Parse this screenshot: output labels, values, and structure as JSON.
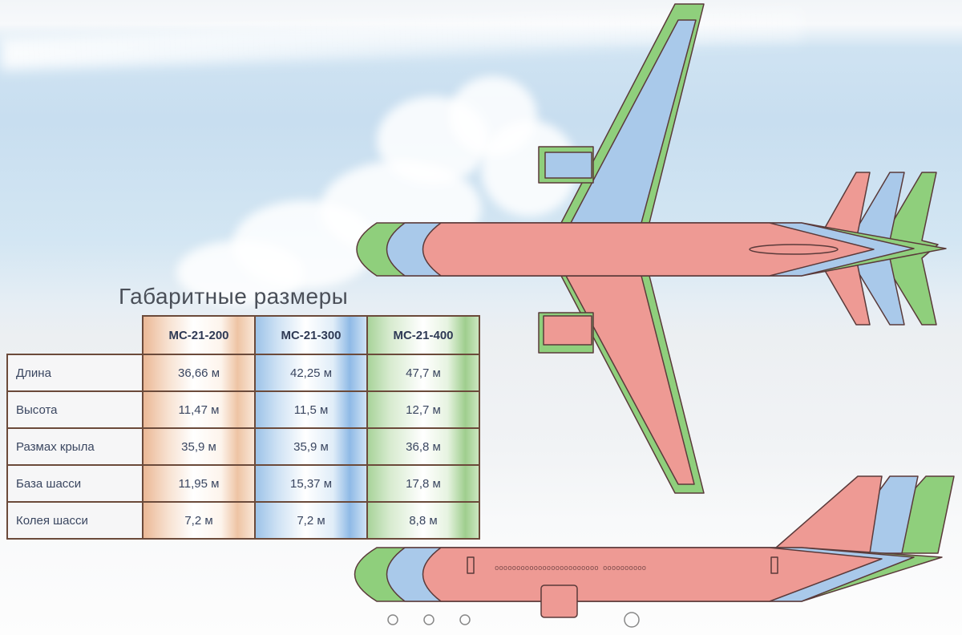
{
  "title": "Габаритные размеры",
  "table": {
    "columns": [
      "МС-21-200",
      "МС-21-300",
      "МС-21-400"
    ],
    "rows": [
      {
        "label": "Длина",
        "values": [
          "36,66 м",
          "42,25 м",
          "47,7 м"
        ]
      },
      {
        "label": "Высота",
        "values": [
          "11,47 м",
          "11,5 м",
          "12,7 м"
        ]
      },
      {
        "label": "Размах крыла",
        "values": [
          "35,9 м",
          "35,9 м",
          "36,8 м"
        ]
      },
      {
        "label": "База шасси",
        "values": [
          "11,95 м",
          "15,37 м",
          "17,8 м"
        ]
      },
      {
        "label": "Колея шасси",
        "values": [
          "7,2 м",
          "7,2 м",
          "8,8 м"
        ]
      }
    ]
  },
  "colors": {
    "mc21_200": "#ee9a94",
    "mc21_300": "#a9c9ea",
    "mc21_400": "#8fcf7c",
    "outline": "#5a3a3a"
  }
}
